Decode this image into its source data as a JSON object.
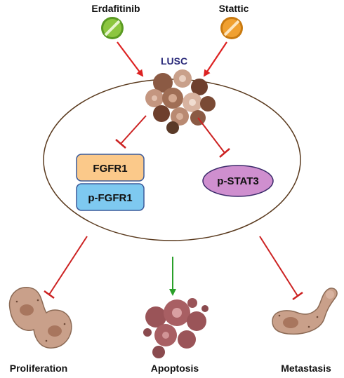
{
  "drugs": {
    "left": {
      "name": "Erdafitinib",
      "icon": "green-pill-icon",
      "color": "#8cc63f"
    },
    "right": {
      "name": "Stattic",
      "icon": "orange-pill-icon",
      "color": "#f0a030"
    }
  },
  "cell": {
    "label": "LUSC",
    "label_color": "#2a2a7a",
    "icon": "tumor-cluster-icon",
    "border_color": "#5a3a1e"
  },
  "targets": {
    "fgfr1": {
      "label": "FGFR1",
      "color": "#fbc98a"
    },
    "pfgfr1": {
      "label": "p-FGFR1",
      "color": "#7ec9f0"
    },
    "pstat3": {
      "label": "p-STAT3",
      "color": "#cf8fcf"
    }
  },
  "outcomes": {
    "proliferation": {
      "label": "Proliferation",
      "icon": "dividing-cell-icon"
    },
    "apoptosis": {
      "label": "Apoptosis",
      "icon": "apoptotic-cell-icon"
    },
    "metastasis": {
      "label": "Metastasis",
      "icon": "migrating-cell-icon"
    }
  },
  "colors": {
    "activation_arrow": "#dd2222",
    "inhibition_line": "#cc2222",
    "promotion_arrow": "#2aa02a",
    "cell_fill": "#c9a08a"
  }
}
